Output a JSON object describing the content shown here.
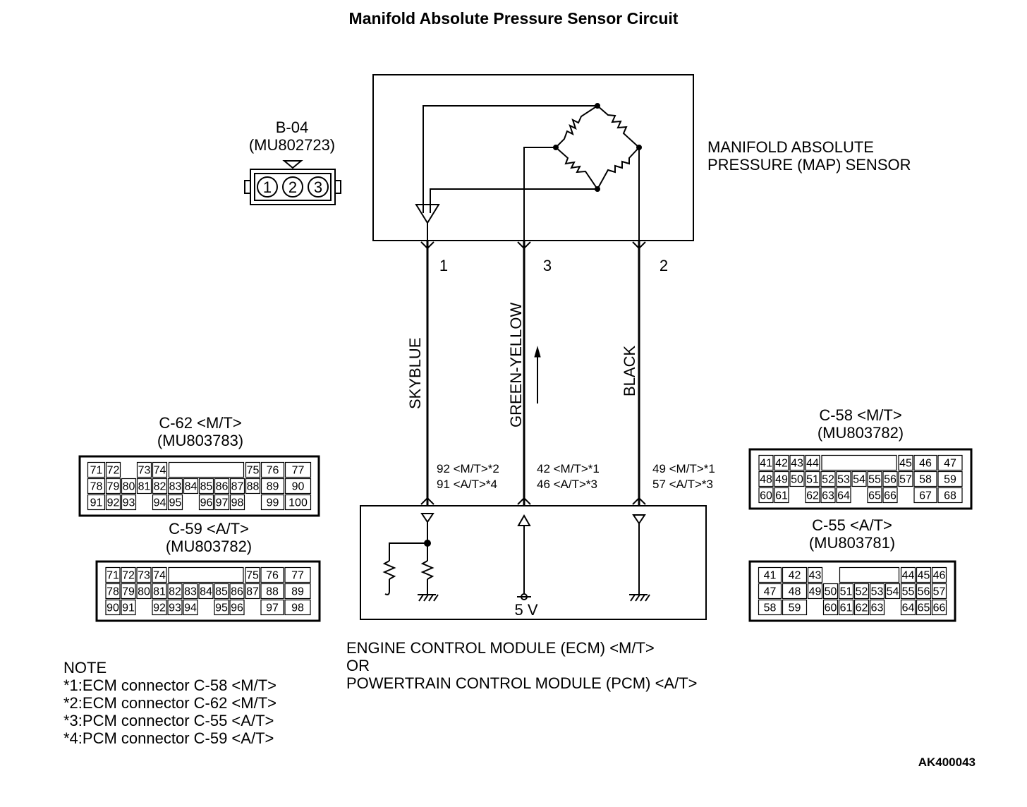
{
  "title": "Manifold Absolute Pressure Sensor Circuit",
  "figure_code": "AK400043",
  "sensor": {
    "name_line1": "MANIFOLD ABSOLUTE",
    "name_line2": "PRESSURE (MAP) SENSOR",
    "connector_id": "B-04",
    "connector_part": "(MU802723)",
    "pins": [
      "1",
      "2",
      "3"
    ]
  },
  "wires": [
    {
      "pin": "1",
      "color": "SKYBLUE",
      "ecm_line1": "92 <M/T>*2",
      "ecm_line2": "91 <A/T>*4"
    },
    {
      "pin": "3",
      "color": "GREEN-YELLOW",
      "ecm_line1": "42 <M/T>*1",
      "ecm_line2": "46 <A/T>*3"
    },
    {
      "pin": "2",
      "color": "BLACK",
      "ecm_line1": "49 <M/T>*1",
      "ecm_line2": "57 <A/T>*3"
    }
  ],
  "ecm": {
    "line1": "ENGINE CONTROL MODULE (ECM) <M/T>",
    "line2": "OR",
    "line3": "POWERTRAIN CONTROL MODULE (PCM) <A/T>",
    "supply": "5 V"
  },
  "connectors": {
    "c62": {
      "id": "C-62 <M/T>",
      "part": "(MU803783)",
      "rows": [
        [
          "71",
          "72",
          "",
          "73",
          "74",
          "",
          "",
          "",
          "",
          "",
          "75",
          "76",
          "77"
        ],
        [
          "78",
          "79",
          "80",
          "81",
          "82",
          "83",
          "84",
          "85",
          "86",
          "87",
          "88",
          "89",
          "90"
        ],
        [
          "91",
          "92",
          "93",
          "",
          "94",
          "95",
          "",
          "96",
          "97",
          "98",
          "",
          "99",
          "100"
        ]
      ]
    },
    "c59": {
      "id": "C-59 <A/T>",
      "part": "(MU803782)",
      "rows": [
        [
          "71",
          "72",
          "73",
          "74",
          "",
          "",
          "",
          "",
          "",
          "75",
          "76",
          "77"
        ],
        [
          "78",
          "79",
          "80",
          "81",
          "82",
          "83",
          "84",
          "85",
          "86",
          "87",
          "88",
          "89"
        ],
        [
          "90",
          "91",
          "",
          "92",
          "93",
          "94",
          "",
          "95",
          "96",
          "",
          "97",
          "98"
        ]
      ]
    },
    "c58": {
      "id": "C-58 <M/T>",
      "part": "(MU803782)",
      "rows": [
        [
          "41",
          "42",
          "43",
          "44",
          "",
          "",
          "",
          "",
          "",
          "45",
          "46",
          "47"
        ],
        [
          "48",
          "49",
          "50",
          "51",
          "52",
          "53",
          "54",
          "55",
          "56",
          "57",
          "58",
          "59"
        ],
        [
          "60",
          "61",
          "",
          "62",
          "63",
          "64",
          "",
          "65",
          "66",
          "",
          "67",
          "68"
        ]
      ]
    },
    "c55": {
      "id": "C-55 <A/T>",
      "part": "(MU803781)",
      "rows": [
        [
          "41",
          "42",
          "43",
          "",
          "",
          "",
          "",
          "",
          "44",
          "45",
          "46"
        ],
        [
          "47",
          "48",
          "49",
          "50",
          "51",
          "52",
          "53",
          "54",
          "55",
          "56",
          "57"
        ],
        [
          "58",
          "59",
          "",
          "60",
          "61",
          "62",
          "63",
          "",
          "64",
          "65",
          "66"
        ]
      ]
    }
  },
  "notes": {
    "heading": "NOTE",
    "items": [
      "*1:ECM connector C-58 <M/T>",
      "*2:ECM connector C-62 <M/T>",
      "*3:PCM connector C-55 <A/T>",
      "*4:PCM connector C-59 <A/T>"
    ]
  }
}
